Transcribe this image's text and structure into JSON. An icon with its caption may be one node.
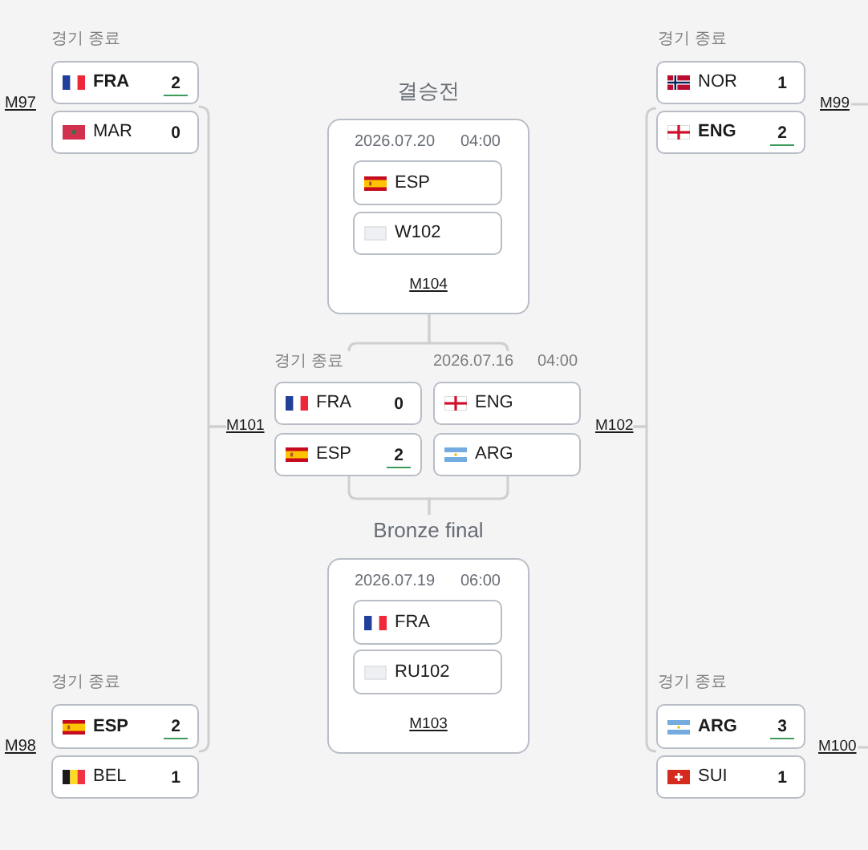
{
  "diagram": {
    "nodes": [
      {
        "text": [
          "FRA",
          "2"
        ],
        "beside": [
          "경기 종료"
        ]
      },
      {
        "text": [
          "MAR",
          "0"
        ]
      },
      {
        "text": [
          "결승전",
          "2026.07.20",
          "04:00",
          "M104"
        ]
      },
      {
        "text": [
          "ESP"
        ],
        "in": 2
      },
      {
        "text": [
          "W102"
        ],
        "in": 2
      },
      {
        "text": [
          "NOR",
          "1"
        ],
        "beside": [
          "경기 종료"
        ]
      },
      {
        "text": [
          "ENG",
          "2"
        ]
      },
      {
        "text": [
          "M99"
        ]
      },
      {
        "text": [
          "M101"
        ]
      },
      {
        "text": [
          "FRA",
          "0"
        ],
        "beside": [
          "경기 종료"
        ]
      },
      {
        "text": [
          "ESP",
          "2"
        ]
      },
      {
        "text": [
          "ENG"
        ],
        "beside": [
          "2026.07.16",
          "04:00"
        ]
      },
      {
        "text": [
          "ARG"
        ]
      },
      {
        "text": [
          "M102"
        ]
      },
      {
        "text": [
          "Bronze final",
          "2026.07.19",
          "06:00",
          "M103"
        ]
      },
      {
        "text": [
          "FRA"
        ],
        "in": 14
      },
      {
        "text": [
          "RU102"
        ],
        "in": 14
      },
      {
        "text": [
          "ESP",
          "2"
        ],
        "beside": [
          "경기 종료"
        ]
      },
      {
        "text": [
          "BEL",
          "1"
        ]
      },
      {
        "text": [
          "ARG",
          "3"
        ],
        "beside": [
          "경기 종료"
        ]
      },
      {
        "text": [
          "SUI",
          "1"
        ]
      },
      {
        "text": [
          "M100"
        ]
      }
    ],
    "edges": [
      {
        "from": 0,
        "to": 8,
        "arrow": "none"
      },
      {
        "from": 17,
        "to": 8,
        "arrow": "none"
      },
      {
        "from": 6,
        "to": 13,
        "arrow": "none"
      },
      {
        "from": 19,
        "to": 13,
        "arrow": "none"
      },
      {
        "from": 7,
        "to": null,
        "arrow": "none"
      },
      {
        "from": 21,
        "to": null,
        "arrow": "none"
      },
      {
        "from": 9,
        "to": 2,
        "arrow": "none"
      },
      {
        "from": 11,
        "to": 2,
        "arrow": "none"
      },
      {
        "from": 10,
        "to": 14,
        "arrow": "none"
      },
      {
        "from": 12,
        "to": 14,
        "arrow": "none"
      }
    ],
    "labels": [
      "M97",
      "M98"
    ]
  }
}
